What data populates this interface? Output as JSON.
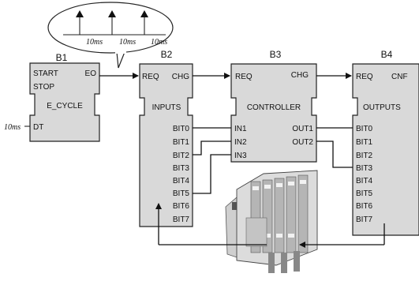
{
  "blocks": {
    "b1": {
      "title": "B1",
      "in_events": [
        "START",
        "STOP"
      ],
      "out_event": "EO",
      "type_name": "E_CYCLE",
      "in_data": "DT",
      "dt_value": "10ms"
    },
    "b2": {
      "title": "B2",
      "in_event": "REQ",
      "out_event": "CHG",
      "type_name": "INPUTS",
      "outputs": [
        "BIT0",
        "BIT1",
        "BIT2",
        "BIT3",
        "BIT4",
        "BIT5",
        "BIT6",
        "BIT7"
      ]
    },
    "b3": {
      "title": "B3",
      "in_event": "REQ",
      "out_event": "CHG",
      "type_name": "CONTROLLER",
      "inputs": [
        "IN1",
        "IN2",
        "IN3"
      ],
      "outputs": [
        "OUT1",
        "OUT2"
      ]
    },
    "b4": {
      "title": "B4",
      "in_event": "REQ",
      "out_event": "CNF",
      "type_name": "OUTPUTS",
      "inputs": [
        "BIT0",
        "BIT1",
        "BIT2",
        "BIT3",
        "BIT4",
        "BIT5",
        "BIT6",
        "BIT7"
      ]
    }
  },
  "timing_bubble": {
    "intervals": [
      "10ms",
      "10ms",
      "10ms"
    ]
  }
}
